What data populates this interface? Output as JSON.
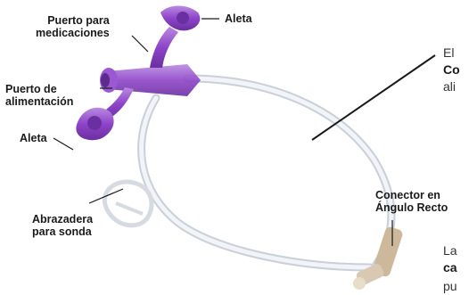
{
  "labels": {
    "medications_port": "Puerto para\nmedicaciones",
    "fin_top": "Aleta",
    "feeding_port": "Puerto de\nalimentación",
    "fin_bottom": "Aleta",
    "right_angle_connector": "Conector en\nÁngulo Recto",
    "tube_clamp": "Abrazadera\npara sonda"
  },
  "side_text": {
    "line1": "El",
    "line2_bold": "Co",
    "line3": "ali",
    "line4": "La",
    "line5_bold": "ca",
    "line6": "pu"
  },
  "colors": {
    "purple": "#8e44c9",
    "purple_dark": "#5e2a8c",
    "tube": "#dfe4ea",
    "connector": "#cdb89c"
  }
}
